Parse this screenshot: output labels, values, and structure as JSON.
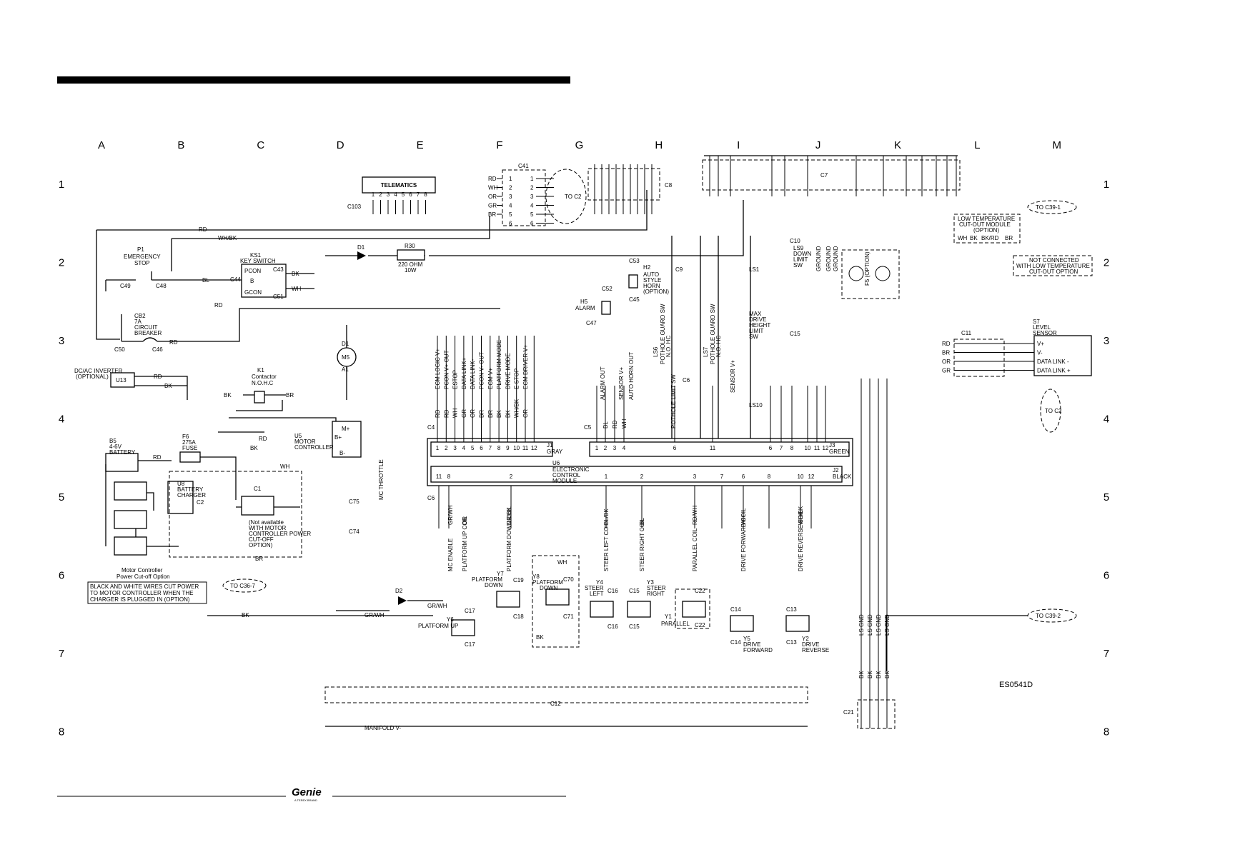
{
  "header_bar_color": "#000000",
  "grid": {
    "columns": [
      "A",
      "B",
      "C",
      "D",
      "E",
      "F",
      "G",
      "H",
      "I",
      "J",
      "K",
      "L",
      "M"
    ],
    "rows": [
      "1",
      "2",
      "3",
      "4",
      "5",
      "6",
      "7",
      "8"
    ]
  },
  "drawing_number": "ES0541D",
  "footer": {
    "brand": "Genie",
    "brand_sub": "A TEREX BRAND"
  },
  "components": {
    "telematics": {
      "label": "TELEMATICS",
      "pins": [
        "1",
        "2",
        "3",
        "4",
        "5",
        "6",
        "7",
        "8"
      ],
      "connector": "C103"
    },
    "c41": {
      "label": "C41",
      "wires": [
        "RD",
        "WH",
        "OR",
        "GR",
        "BR"
      ],
      "pins": [
        "1",
        "2",
        "3",
        "4",
        "5",
        "6"
      ],
      "to": "TO C2"
    },
    "c8": {
      "label": "C8"
    },
    "c7": {
      "label": "C7"
    },
    "p1": {
      "label": "P1",
      "desc1": "EMERGENCY",
      "desc2": "STOP",
      "c49": "C49",
      "c48": "C48"
    },
    "ks1": {
      "label": "KS1",
      "desc": "KEY SWITCH",
      "pcon": "PCON",
      "gcon": "GCON",
      "b": "B",
      "c44": "C44",
      "c43": "C43",
      "c51": "C51"
    },
    "cb2": {
      "label": "CB2",
      "rating": "7A",
      "desc1": "CIRCUIT",
      "desc2": "BREAKER",
      "c50": "C50",
      "c46": "C46"
    },
    "u13": {
      "label": "U13",
      "desc1": "DC/AC INVERTER",
      "desc2": "(OPTIONAL)"
    },
    "k1": {
      "label": "K1",
      "desc1": "Contactor",
      "desc2": "N.O.H.C"
    },
    "d1": {
      "label": "D1"
    },
    "r30": {
      "label": "R30",
      "desc1": "220 OHM",
      "desc2": "10W"
    },
    "m5": {
      "label": "M5",
      "d1": "D1",
      "a1": "A1"
    },
    "u5": {
      "label": "U5",
      "desc1": "MOTOR",
      "desc2": "CONTROLLER",
      "mp": "M+",
      "bp": "B+",
      "bm": "B-"
    },
    "b5": {
      "label": "B5",
      "desc1": "4-6V",
      "desc2": "BATTERY"
    },
    "f6": {
      "label": "F6",
      "desc1": "275A",
      "desc2": "FUSE"
    },
    "u8": {
      "label": "U8",
      "desc1": "BATTERY",
      "desc2": "CHARGER",
      "c2": "C2"
    },
    "c1": {
      "label": "C1"
    },
    "note_cut": {
      "lines": [
        "(Not available",
        "WITH MOTOR",
        "CONTROLLER POWER",
        "CUT-OFF",
        "OPTION)"
      ]
    },
    "mc_cutoff": {
      "line1": "Motor Controller",
      "line2": "Power Cut-off Option",
      "box1": "BLACK AND WHITE WIRES CUT POWER",
      "box2": "TO MOTOR CONTROLLER WHEN THE",
      "box3": "CHARGER IS PLUGGED IN (OPTION)"
    },
    "to_c36_7": "TO C36-7",
    "to_c39_1": "TO C39-1",
    "to_c39_2": "TO C39-2",
    "to_c2": "TO C2",
    "c75": "C75",
    "c74": "C74",
    "mc_throttle": "MC THROTTLE",
    "d2": "D2",
    "ecm": {
      "label": "U6",
      "desc1": "ELECTRONIC",
      "desc2": "CONTROL",
      "desc3": "MODULE",
      "j1": "J1",
      "j1c": "GRAY",
      "j2": "J2",
      "j2c": "BLACK",
      "j3": "J3",
      "j3c": "GREEN",
      "c4": "C4",
      "c5": "C5",
      "c6": "C6"
    },
    "j1_signals": [
      "ECM LOGIC V+",
      "PCON V+ OUT",
      "ESTOP",
      "DATA LINK+",
      "DATA LINK-",
      "PCON V- OUT",
      "ECM V+",
      "PLATFORM MODE",
      "DRIVE MODE",
      "E STOP",
      "ECM DRIVER V+"
    ],
    "j1_pins": [
      "1",
      "2",
      "3",
      "4",
      "5",
      "6",
      "7",
      "8",
      "9",
      "10",
      "11",
      "12"
    ],
    "j1_wires": [
      "RD",
      "RD",
      "WH",
      "GR",
      "OR",
      "BR",
      "BR",
      "BK",
      "BK",
      "WH/BK",
      "OR"
    ],
    "h5": {
      "label": "H5",
      "desc": "ALARM",
      "c52": "C52",
      "c47": "C47"
    },
    "h2": {
      "label": "H2",
      "desc1": "AUTO",
      "desc2": "STYLE",
      "desc3": "HORN",
      "desc4": "(OPTION)",
      "c53": "C53",
      "c45": "C45"
    },
    "j3_signals": [
      "ALARM OUT",
      "SENSOR V+",
      "AUTO HORN OUT"
    ],
    "j3_wires": [
      "BL",
      "RD",
      "WH"
    ],
    "ls6": {
      "label": "LS6",
      "desc": [
        "POTHOLE GUARD SW",
        "N.O. HC"
      ],
      "c9": "C9",
      "c6": "C6"
    },
    "ls7": {
      "label": "LS7",
      "desc": [
        "POTHOLE GUARD SW",
        "N.O. HC"
      ]
    },
    "ls1": {
      "label": "LS1",
      "desc": [
        "MAX",
        "DRIVE",
        "HEIGHT",
        "LIMIT",
        "SW"
      ]
    },
    "ls9": {
      "label": "LS9",
      "desc": [
        "DOWN",
        "LIMIT",
        "SW"
      ],
      "c10": "C10",
      "c15": "C15"
    },
    "ls10": {
      "label": "LS10"
    },
    "pothole_limit": "POTHOLE LIMIT SW",
    "sensor_v": "SENSOR V+",
    "ground": "GROUND",
    "f5": {
      "label": "F5 (OPTION)"
    },
    "low_temp": {
      "lines": [
        "LOW TEMPERATURE",
        "CUT-OUT MODULE",
        "(OPTION)"
      ],
      "pins": [
        "WH",
        "BK",
        "BK/RD",
        "BR"
      ]
    },
    "not_connected": {
      "line1": "NOT CONNECTED",
      "line2": "WITH LOW TEMPERATURE",
      "line3": "CUT-OUT OPTION"
    },
    "s7": {
      "label": "S7",
      "desc1": "LEVEL",
      "desc2": "SENSOR",
      "pins": [
        "V+",
        "V-",
        "DATA LINK -",
        "DATA LINK +"
      ],
      "c11": "C11"
    },
    "c11_wires": [
      "RD",
      "BR",
      "OR",
      "GR"
    ],
    "j2_signals": [
      "MC ENABLE",
      "PLATFORM UP COIL",
      "PLATFORM DOWN COIL",
      "STEER LEFT COIL",
      "STEER RIGHT COIL",
      "PARALLEL COIL",
      "DRIVE FORWARD COIL",
      "DRIVE REVERSE COIL"
    ],
    "j2_wires": [
      "GR/WH",
      "OR",
      "OR/BK",
      "BL/BK",
      "BL",
      "RD/WH",
      "WH",
      "WH/BK"
    ],
    "y6": {
      "label": "Y6",
      "desc": "PLATFORM UP",
      "c17": "C17"
    },
    "y7": {
      "label": "Y7",
      "desc1": "PLATFORM",
      "desc2": "DOWN",
      "c19": "C19",
      "c18": "C18"
    },
    "y8": {
      "label": "Y8",
      "desc1": "PLATFORM",
      "desc2": "DOWN",
      "c70": "C70",
      "c71": "C71"
    },
    "y4": {
      "label": "Y4",
      "desc1": "STEER",
      "desc2": "LEFT",
      "c16": "C16"
    },
    "y3": {
      "label": "Y3",
      "desc1": "STEER",
      "desc2": "RIGHT",
      "c15": "C15"
    },
    "y1": {
      "label": "Y1",
      "desc": "PARALLEL",
      "c22": "C22"
    },
    "y5": {
      "label": "Y5",
      "desc1": "DRIVE",
      "desc2": "FORWARD",
      "c14": "C14"
    },
    "y2": {
      "label": "Y2",
      "desc1": "DRIVE",
      "desc2": "REVERSE",
      "c13": "C13"
    },
    "c12": {
      "label": "C12",
      "manifold": "MANIFOLD V-"
    },
    "c21": {
      "label": "C21",
      "wire_label": "LS GND"
    }
  },
  "wire_codes": {
    "rd": "RD",
    "wh": "WH",
    "bk": "BK",
    "br": "BR",
    "bl": "BL",
    "or": "OR",
    "gr": "GR",
    "whbk": "WH/BK",
    "grwh": "GR/WH"
  }
}
